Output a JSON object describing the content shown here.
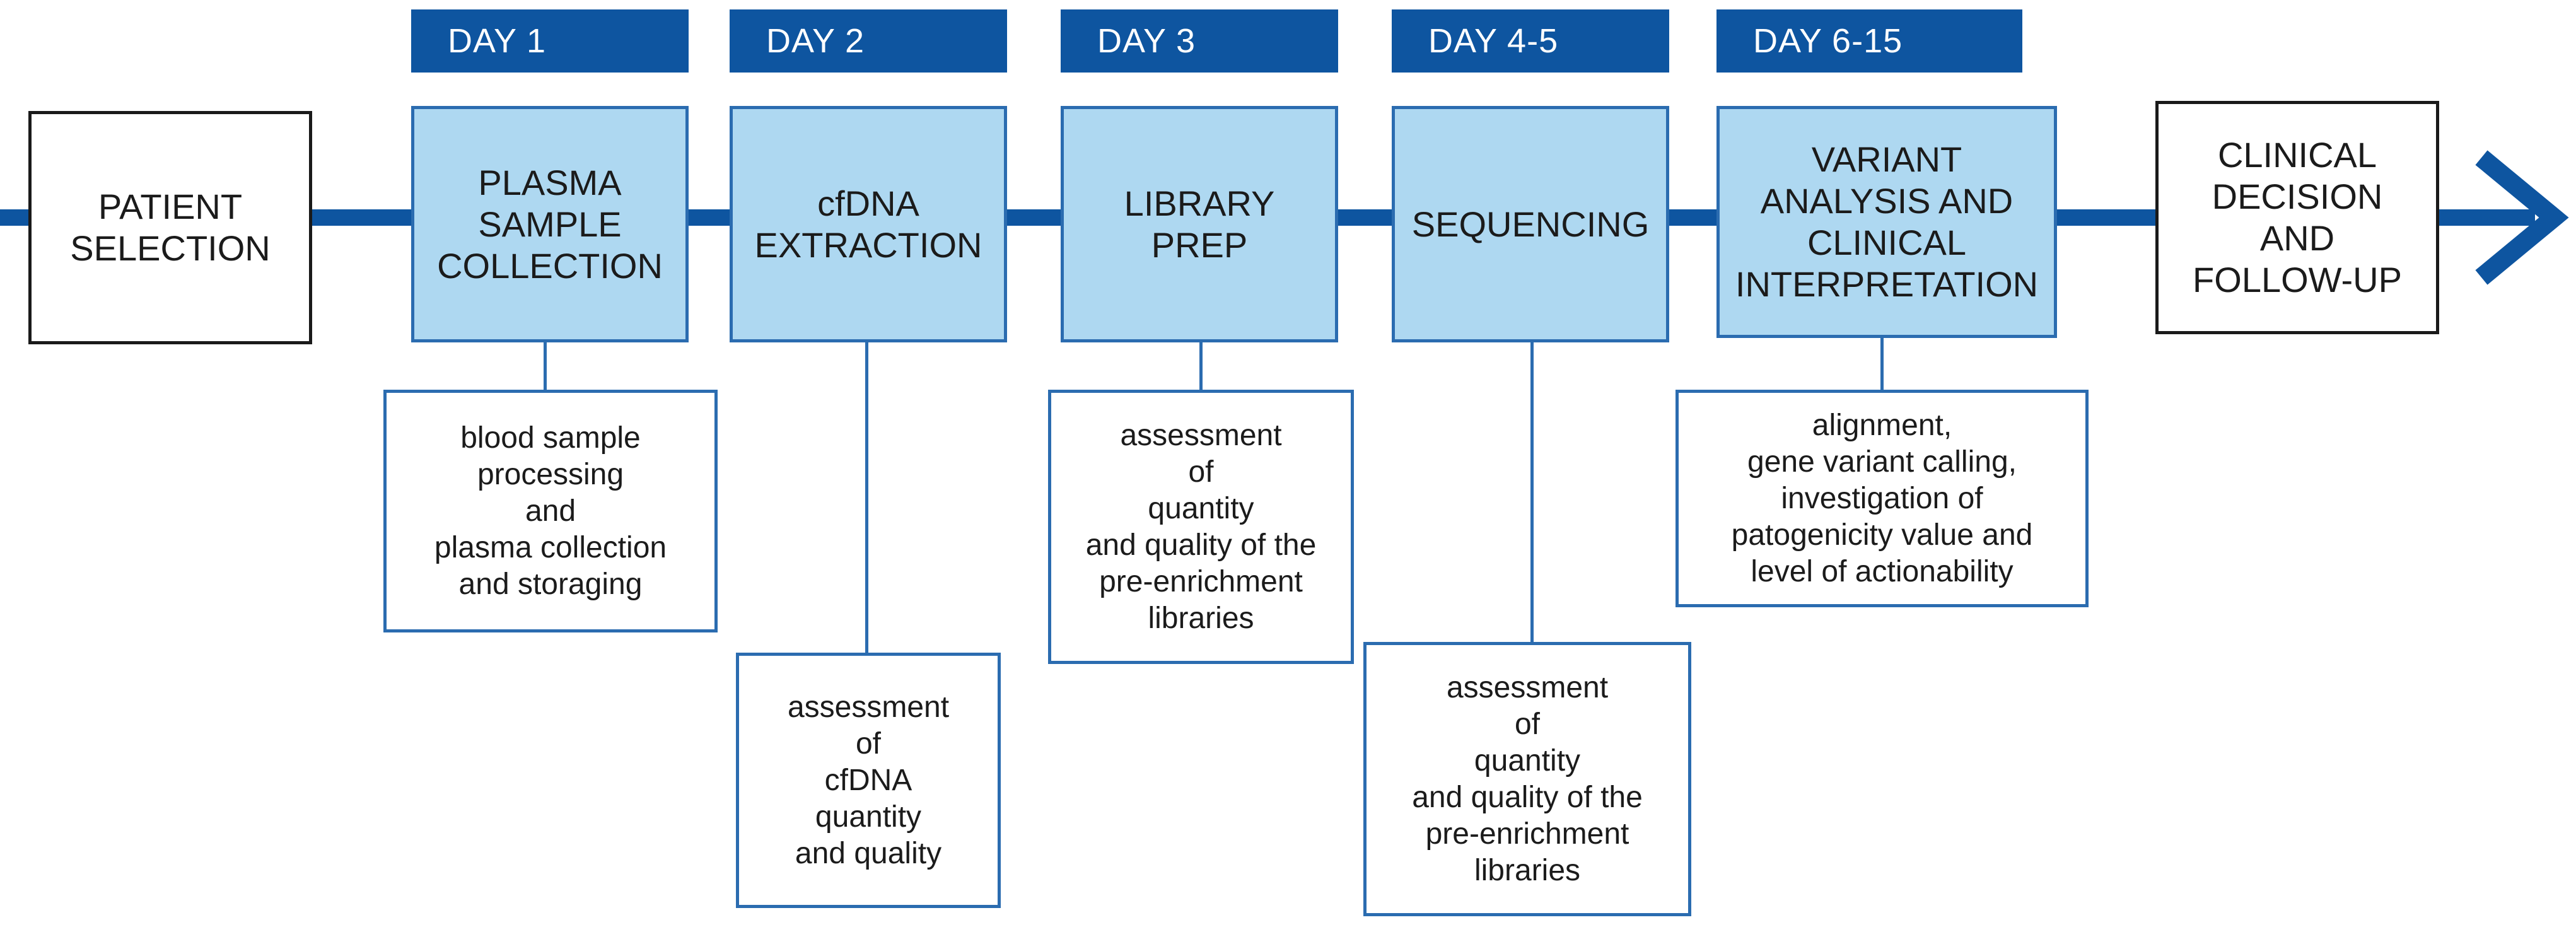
{
  "timeline": {
    "color": "#0e55a0",
    "arrow": "arrow-right-icon",
    "days": [
      "DAY 1",
      "DAY 2",
      "DAY 3",
      "DAY 4-5",
      "DAY 6-15"
    ],
    "start": "PATIENT\nSELECTION",
    "end": "CLINICAL\nDECISION\nAND\nFOLLOW-UP"
  },
  "steps": [
    {
      "label": "PLASMA\nSAMPLE\nCOLLECTION",
      "note": "blood sample\nprocessing\nand\nplasma collection\nand storaging"
    },
    {
      "label": "cfDNA\nEXTRACTION",
      "note": "assessment\nof\ncfDNA\nquantity\nand quality"
    },
    {
      "label": "LIBRARY\nPREP",
      "note": "assessment\nof\nquantity\nand quality of the\npre-enrichment\nlibraries"
    },
    {
      "label": "SEQUENCING",
      "note": "assessment\nof\nquantity\nand quality of the\npre-enrichment\nlibraries"
    },
    {
      "label": "VARIANT\nANALYSIS AND\nCLINICAL\nINTERPRETATION",
      "note": "alignment,\ngene variant calling,\ninvestigation of\npatogenicity value and\nlevel of actionability"
    }
  ],
  "colors": {
    "step_fill": "#aed8f1",
    "step_border": "#2b6cb0",
    "banner_fill": "#0e55a0"
  }
}
